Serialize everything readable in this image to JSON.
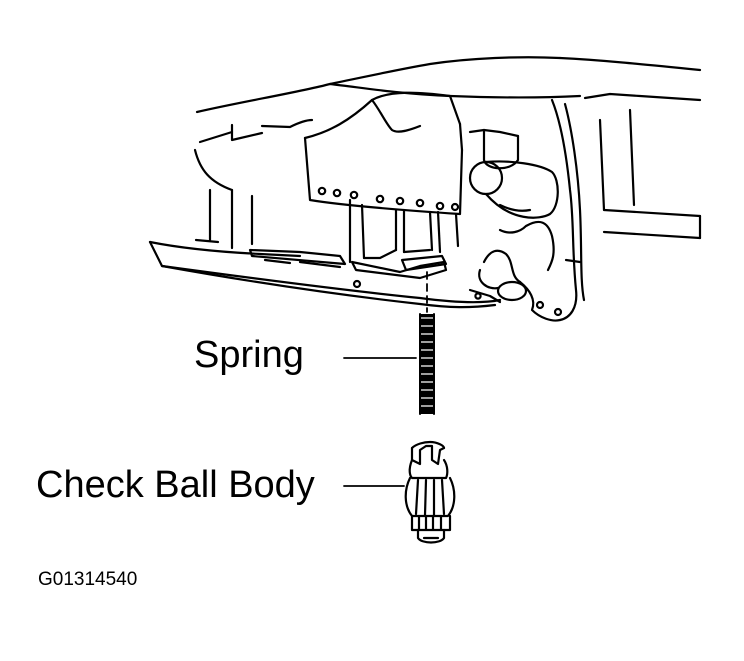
{
  "callouts": {
    "spring": "Spring",
    "check_ball_body": "Check Ball Body"
  },
  "figure_code": "G01314540",
  "colors": {
    "ink": "#000000",
    "paper": "#ffffff"
  }
}
